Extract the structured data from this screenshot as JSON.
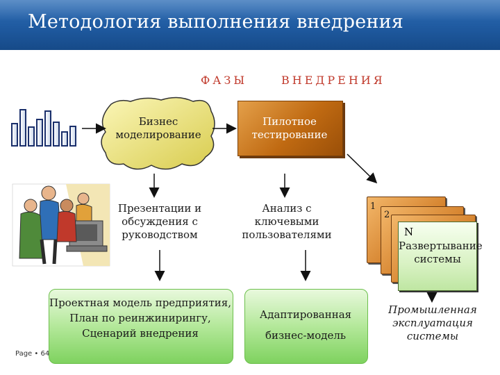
{
  "title": "Методология выполнения внедрения",
  "phases": {
    "left": "ФАЗЫ",
    "right": "ВНЕДРЕНИЯ"
  },
  "nodes": {
    "business_modeling": "Бизнес моделирование",
    "pilot_testing": "Пилотное тестирование",
    "presentations": "Презентации и обсуждения с руководством",
    "analysis": "Анализ с ключевыми пользователями",
    "project_model": "Проектная модель предприятия, План по реинжинирингу, Сценарий внедрения",
    "adapted_model": "Адаптированная бизнес-модель",
    "card1": "1",
    "card2": "2",
    "deploy_n": "N",
    "deploy": "Развертывание системы",
    "production": "Промышленная эксплуатация системы"
  },
  "page_number": "Page • 64",
  "colors": {
    "header": "#1f5aa0",
    "phases": "#c0392b",
    "box": "#c06a12",
    "blob": "#e9e27a",
    "green": "#9edc7c"
  }
}
